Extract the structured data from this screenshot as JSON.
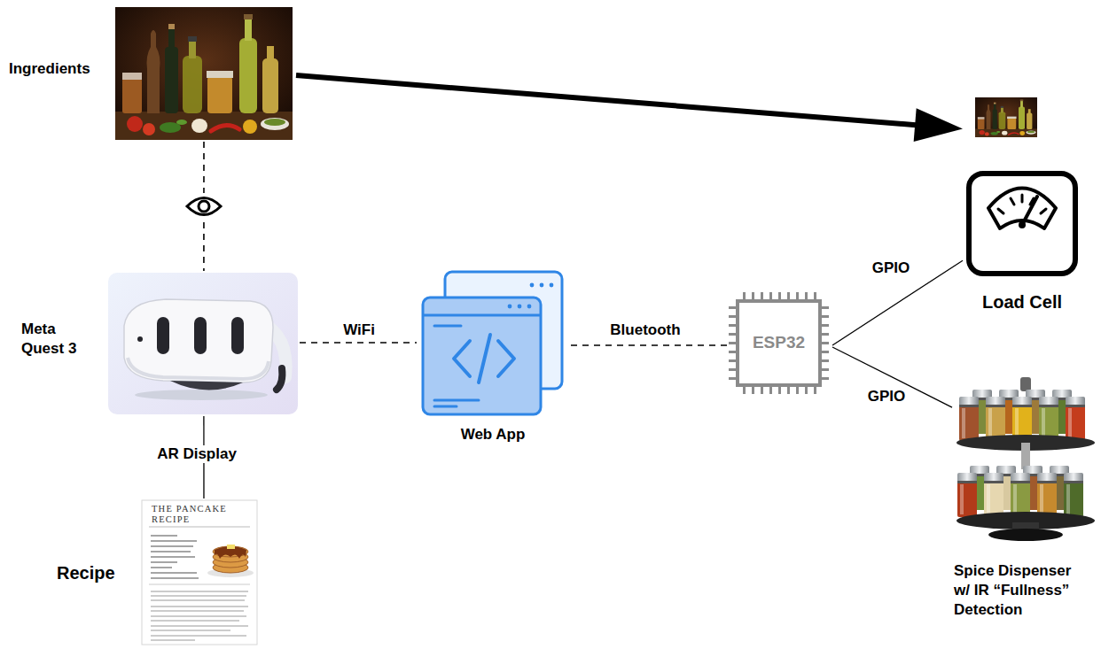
{
  "diagram": {
    "nodes": [
      {
        "text": [
          "Ingredients"
        ]
      },
      {
        "text": [
          "Meta Quest 3"
        ]
      },
      {
        "text": [
          "Recipe"
        ]
      },
      {
        "text": [
          "Web App"
        ]
      },
      {
        "text": [
          "ESP32"
        ]
      },
      {
        "text": [
          "Load Cell"
        ]
      },
      {
        "text": [
          "Spice Dispenser w/ IR “Fullness” Detection"
        ]
      }
    ],
    "edges": [
      {
        "from": 0,
        "to": 5,
        "arrow": "to"
      },
      {
        "from": 0,
        "to": 1,
        "arrow": "none"
      },
      {
        "from": 1,
        "to": 2,
        "label": "AR Display",
        "arrow": "none"
      },
      {
        "from": 1,
        "to": 3,
        "label": "WiFi",
        "arrow": "none"
      },
      {
        "from": 3,
        "to": 4,
        "label": "Bluetooth",
        "arrow": "none"
      },
      {
        "from": 4,
        "to": 5,
        "label": "GPIO",
        "arrow": "none"
      },
      {
        "from": 4,
        "to": 6,
        "label": "GPIO",
        "arrow": "none"
      }
    ],
    "labels": [
      "THE PANCAKE RECIPE"
    ]
  }
}
